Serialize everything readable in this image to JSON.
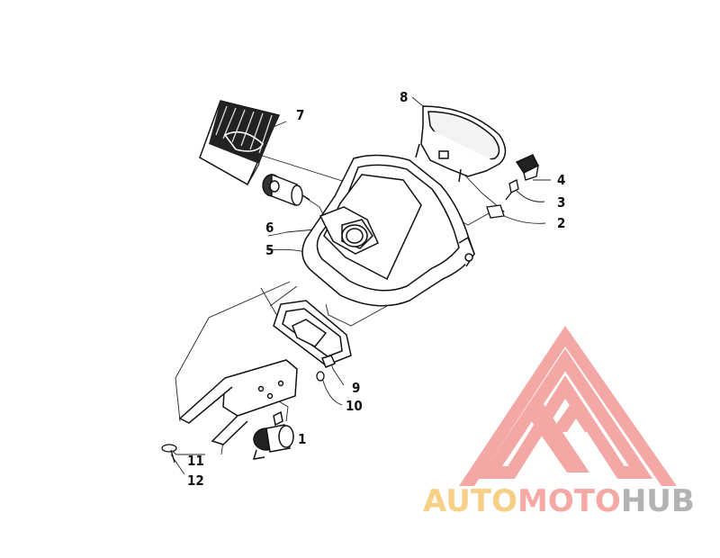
{
  "callouts": {
    "c1": "1",
    "c2": "2",
    "c3": "3",
    "c4": "4",
    "c5": "5",
    "c6": "6",
    "c7": "7",
    "c8": "8",
    "c9": "9",
    "c10": "10",
    "c11": "11",
    "c12": "12"
  },
  "watermark": {
    "part1": "AUTO",
    "part2": "MOTO",
    "part3": "HUB",
    "colors": {
      "logo": "#f08a86",
      "auto": "#f7cf86",
      "moto": "#f5a8a4",
      "hub": "#b3b3b3"
    }
  }
}
